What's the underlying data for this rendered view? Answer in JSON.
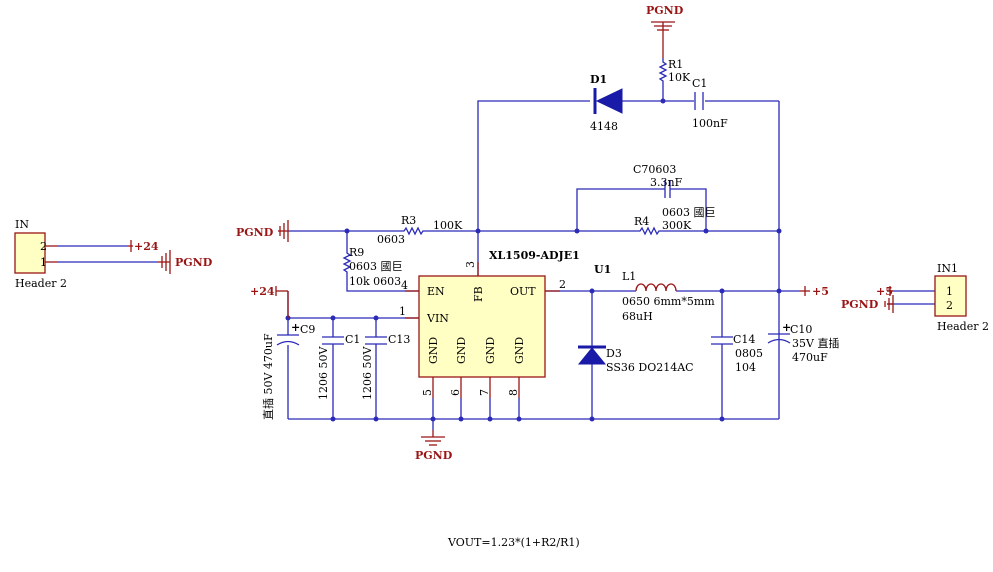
{
  "power": {
    "pgnd_top": "PGND",
    "pgnd_left": "PGND",
    "pgnd_bottom": "PGND",
    "pgnd_in": "PGND",
    "pgnd_in1": "PGND",
    "v24_in": "+24",
    "v24_main": "+24",
    "v5_out": "+5",
    "v5_in1": "+5"
  },
  "connectors": {
    "in": {
      "ref": "IN",
      "pin_top": "2",
      "pin_bottom": "1",
      "footprint": "Header 2"
    },
    "in1": {
      "ref": "IN1",
      "pin_top": "1",
      "pin_bottom": "2",
      "footprint": "Header 2"
    }
  },
  "ic": {
    "ref": "U1",
    "part": "XL1509-ADJE1",
    "pin_en": "EN",
    "pin_fb": "FB",
    "pin_out": "OUT",
    "pin_vin": "VIN",
    "pin_gnd": "GND",
    "pinnum_en": "4",
    "pinnum_fb": "3",
    "pinnum_out": "2",
    "pinnum_vin": "1",
    "pinnum_gnd5": "5",
    "pinnum_gnd6": "6",
    "pinnum_gnd7": "7",
    "pinnum_gnd8": "8"
  },
  "components": {
    "d1": {
      "ref": "D1",
      "value": "4148"
    },
    "r1": {
      "ref": "R1",
      "value": "10K"
    },
    "c1_top": {
      "ref": "C1",
      "value": "100nF"
    },
    "c7": {
      "ref": "C70603",
      "value": "3.3nF"
    },
    "r4": {
      "ref": "R4",
      "pkg": "0603 國巨",
      "value": "300K"
    },
    "r3": {
      "ref": "R3",
      "pkg": "0603",
      "value": "100K"
    },
    "r9": {
      "ref": "R9",
      "pkg": "0603 國巨",
      "value": "10k 0603"
    },
    "l1": {
      "ref": "L1",
      "pkg": "0650 6mm*5mm",
      "value": "68uH"
    },
    "d3": {
      "ref": "D3",
      "value": "SS36 DO214AC"
    },
    "c14": {
      "ref": "C14",
      "pkg": "0805",
      "value": "104"
    },
    "c10": {
      "ref": "C10",
      "value1": "35V 直插",
      "value2": "470uF"
    },
    "c9": {
      "ref": "C9",
      "value": "直插 50V 470uF"
    },
    "c1_bot": {
      "ref": "C1",
      "value": "1206 50V"
    },
    "c13": {
      "ref": "C13",
      "value": "1206 50V"
    }
  },
  "formula": "VOUT=1.23*(1+R2/R1)"
}
